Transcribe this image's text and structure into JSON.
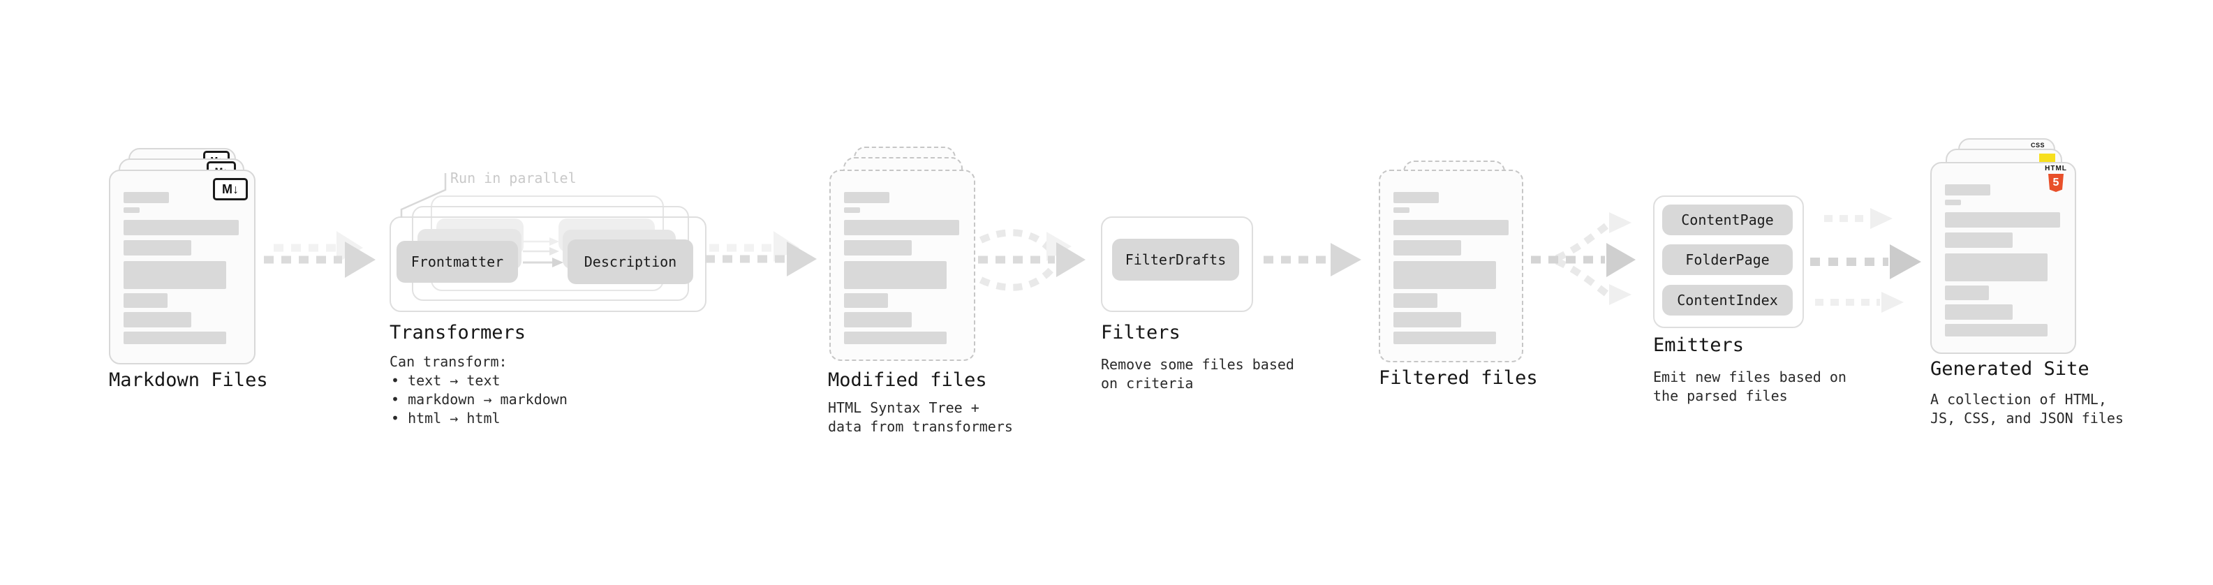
{
  "diagram": {
    "stages": {
      "markdown": {
        "label": "Markdown Files",
        "badge": "M↓"
      },
      "transformers": {
        "label": "Transformers",
        "annotation": "Run in parallel",
        "nodes": [
          "Frontmatter",
          "Description"
        ],
        "description": [
          "Can transform:",
          "• text → text",
          "• markdown → markdown",
          "• html → html"
        ]
      },
      "modified": {
        "label": "Modified files",
        "description": [
          "HTML Syntax Tree +",
          "data from transformers"
        ]
      },
      "filters": {
        "label": "Filters",
        "nodes": [
          "FilterDrafts"
        ],
        "description": [
          "Remove some files based",
          "on criteria"
        ]
      },
      "filtered": {
        "label": "Filtered files"
      },
      "emitters": {
        "label": "Emitters",
        "nodes": [
          "ContentPage",
          "FolderPage",
          "ContentIndex"
        ],
        "description": [
          "Emit new files based on",
          "the parsed files"
        ]
      },
      "generated": {
        "label": "Generated Site",
        "description": [
          "A collection of HTML,",
          "JS, CSS, and JSON files"
        ],
        "badges": {
          "css_label": "CSS",
          "html_label": "HTML",
          "html_number": "5"
        }
      }
    },
    "colors": {
      "background": "#ffffff",
      "card_bg": "#fbfbfb",
      "card_border": "#d8d8d8",
      "dashed_border": "#c6c6c6",
      "content_bar": "#d9d9d9",
      "chip_bg": "#d8d8d8",
      "text": "#161616",
      "muted_annotation": "#c9c9c9",
      "arrow": "#d8d8d8",
      "arrow_faint": "#efefef",
      "html5_orange": "#e8502a",
      "js_yellow": "#f7df1e",
      "css_blue": "#2f6df6"
    }
  }
}
